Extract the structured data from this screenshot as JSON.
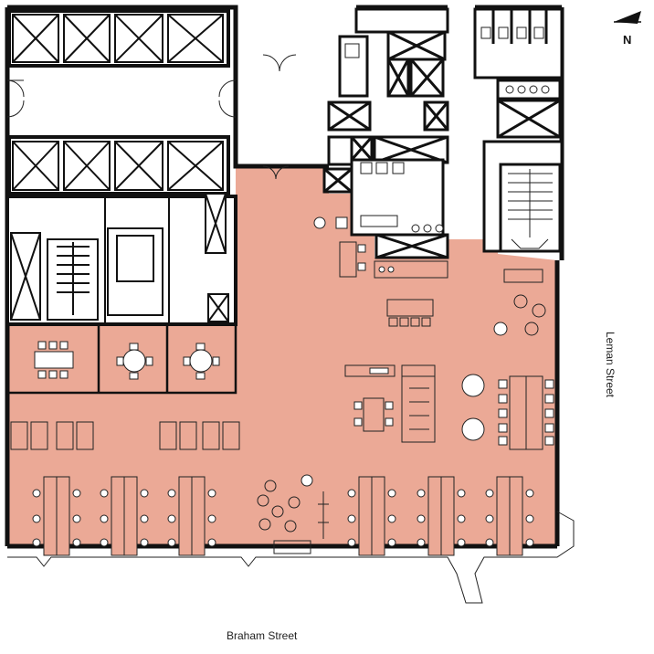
{
  "streets": {
    "bottom": "Braham Street",
    "right": "Leman Street"
  },
  "north": "N",
  "colors": {
    "floor": "#EBA996",
    "wall": "#111111",
    "line": "#222222",
    "background": "#FFFFFF"
  },
  "icons": {
    "north_arrow": "north-arrow-icon",
    "lift": "lift-icon",
    "stair": "stair-icon",
    "desk": "desk-icon",
    "chair": "chair-icon",
    "toilet": "toilet-icon"
  }
}
